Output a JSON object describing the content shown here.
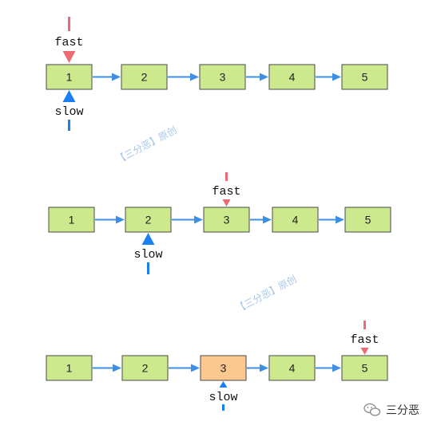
{
  "rows": [
    {
      "nodes": [
        {
          "label": "1",
          "highlight": false
        },
        {
          "label": "2",
          "highlight": false
        },
        {
          "label": "3",
          "highlight": false
        },
        {
          "label": "4",
          "highlight": false
        },
        {
          "label": "5",
          "highlight": false
        }
      ],
      "fast": {
        "label": "fast",
        "node_index": 0
      },
      "slow": {
        "label": "slow",
        "node_index": 0
      }
    },
    {
      "nodes": [
        {
          "label": "1",
          "highlight": false
        },
        {
          "label": "2",
          "highlight": false
        },
        {
          "label": "3",
          "highlight": false
        },
        {
          "label": "4",
          "highlight": false
        },
        {
          "label": "5",
          "highlight": false
        }
      ],
      "fast": {
        "label": "fast",
        "node_index": 2
      },
      "slow": {
        "label": "slow",
        "node_index": 1
      }
    },
    {
      "nodes": [
        {
          "label": "1",
          "highlight": false
        },
        {
          "label": "2",
          "highlight": false
        },
        {
          "label": "3",
          "highlight": true
        },
        {
          "label": "4",
          "highlight": false
        },
        {
          "label": "5",
          "highlight": false
        }
      ],
      "fast": {
        "label": "fast",
        "node_index": 4
      },
      "slow": {
        "label": "slow",
        "node_index": 2
      }
    }
  ],
  "watermark": "【三分恶】原创",
  "footer": {
    "author": "三分恶",
    "icon": "wechat-icon"
  },
  "colors": {
    "node_fill": "#cce98e",
    "node_highlight_fill": "#fbc890",
    "node_stroke": "#4a4a4a",
    "link_arrow": "#3d8fe6",
    "fast_pointer": "#ee6a72",
    "slow_pointer": "#1a7ff0"
  }
}
